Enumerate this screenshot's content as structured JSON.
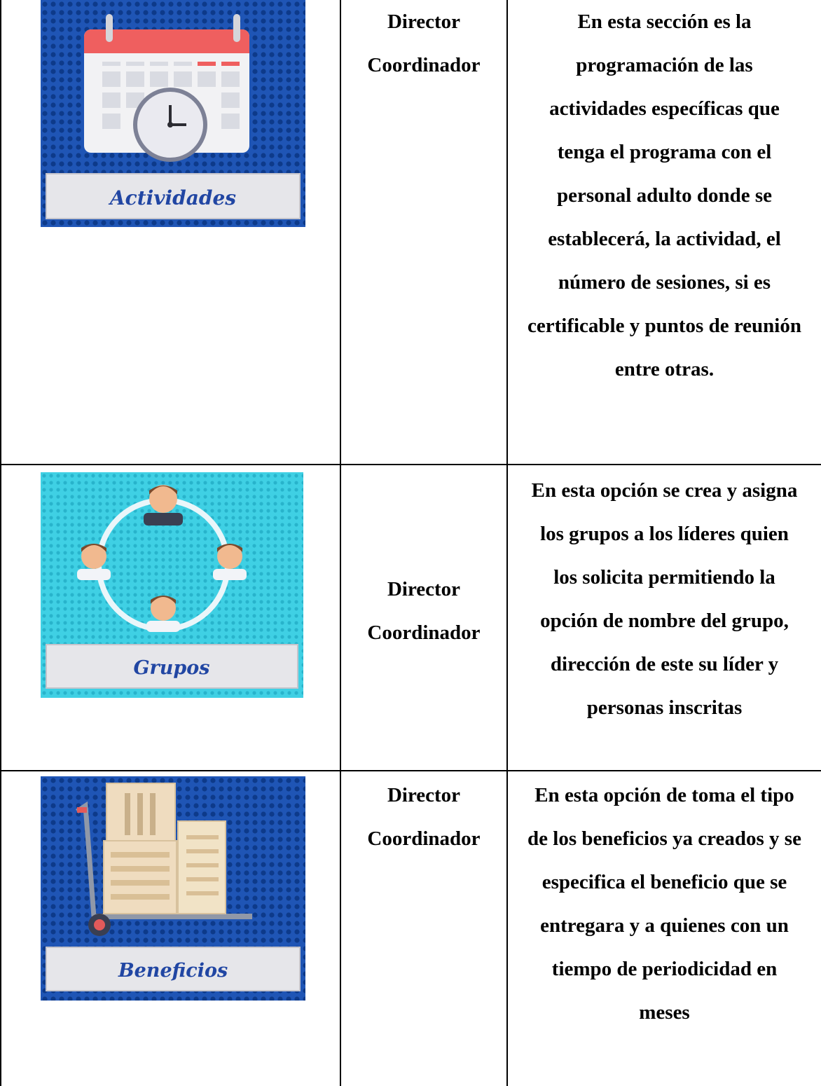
{
  "rows": [
    {
      "image": {
        "icon": "calendar-clock-icon",
        "caption": "Actividades",
        "bg": "#1c4fa8"
      },
      "roles": [
        "Director",
        "Coordinador"
      ],
      "description": [
        "En esta sección es la",
        "programación de las",
        "actividades específicas que",
        "tenga el programa con el",
        "personal adulto donde se",
        "establecerá, la actividad, el",
        "número de sesiones, si es",
        "certificable y puntos de reunión",
        "entre otras."
      ]
    },
    {
      "image": {
        "icon": "people-circle-icon",
        "caption": "Grupos",
        "bg": "#2fc6dc"
      },
      "roles": [
        "Director",
        "Coordinador"
      ],
      "description": [
        "En esta opción se crea y asigna",
        "los grupos a los líderes quien",
        "los solicita permitiendo la",
        "opción de nombre del grupo,",
        "dirección de este su líder y",
        "personas inscritas"
      ]
    },
    {
      "image": {
        "icon": "hand-truck-boxes-icon",
        "caption": "Beneficios",
        "bg": "#1c4fa8"
      },
      "roles": [
        "Director",
        "Coordinador"
      ],
      "description": [
        "En esta opción de toma el tipo",
        "de los beneficios ya creados y se",
        "especifica el beneficio que se",
        "entregara y a quienes con un",
        "tiempo de periodicidad en",
        "meses"
      ]
    }
  ]
}
